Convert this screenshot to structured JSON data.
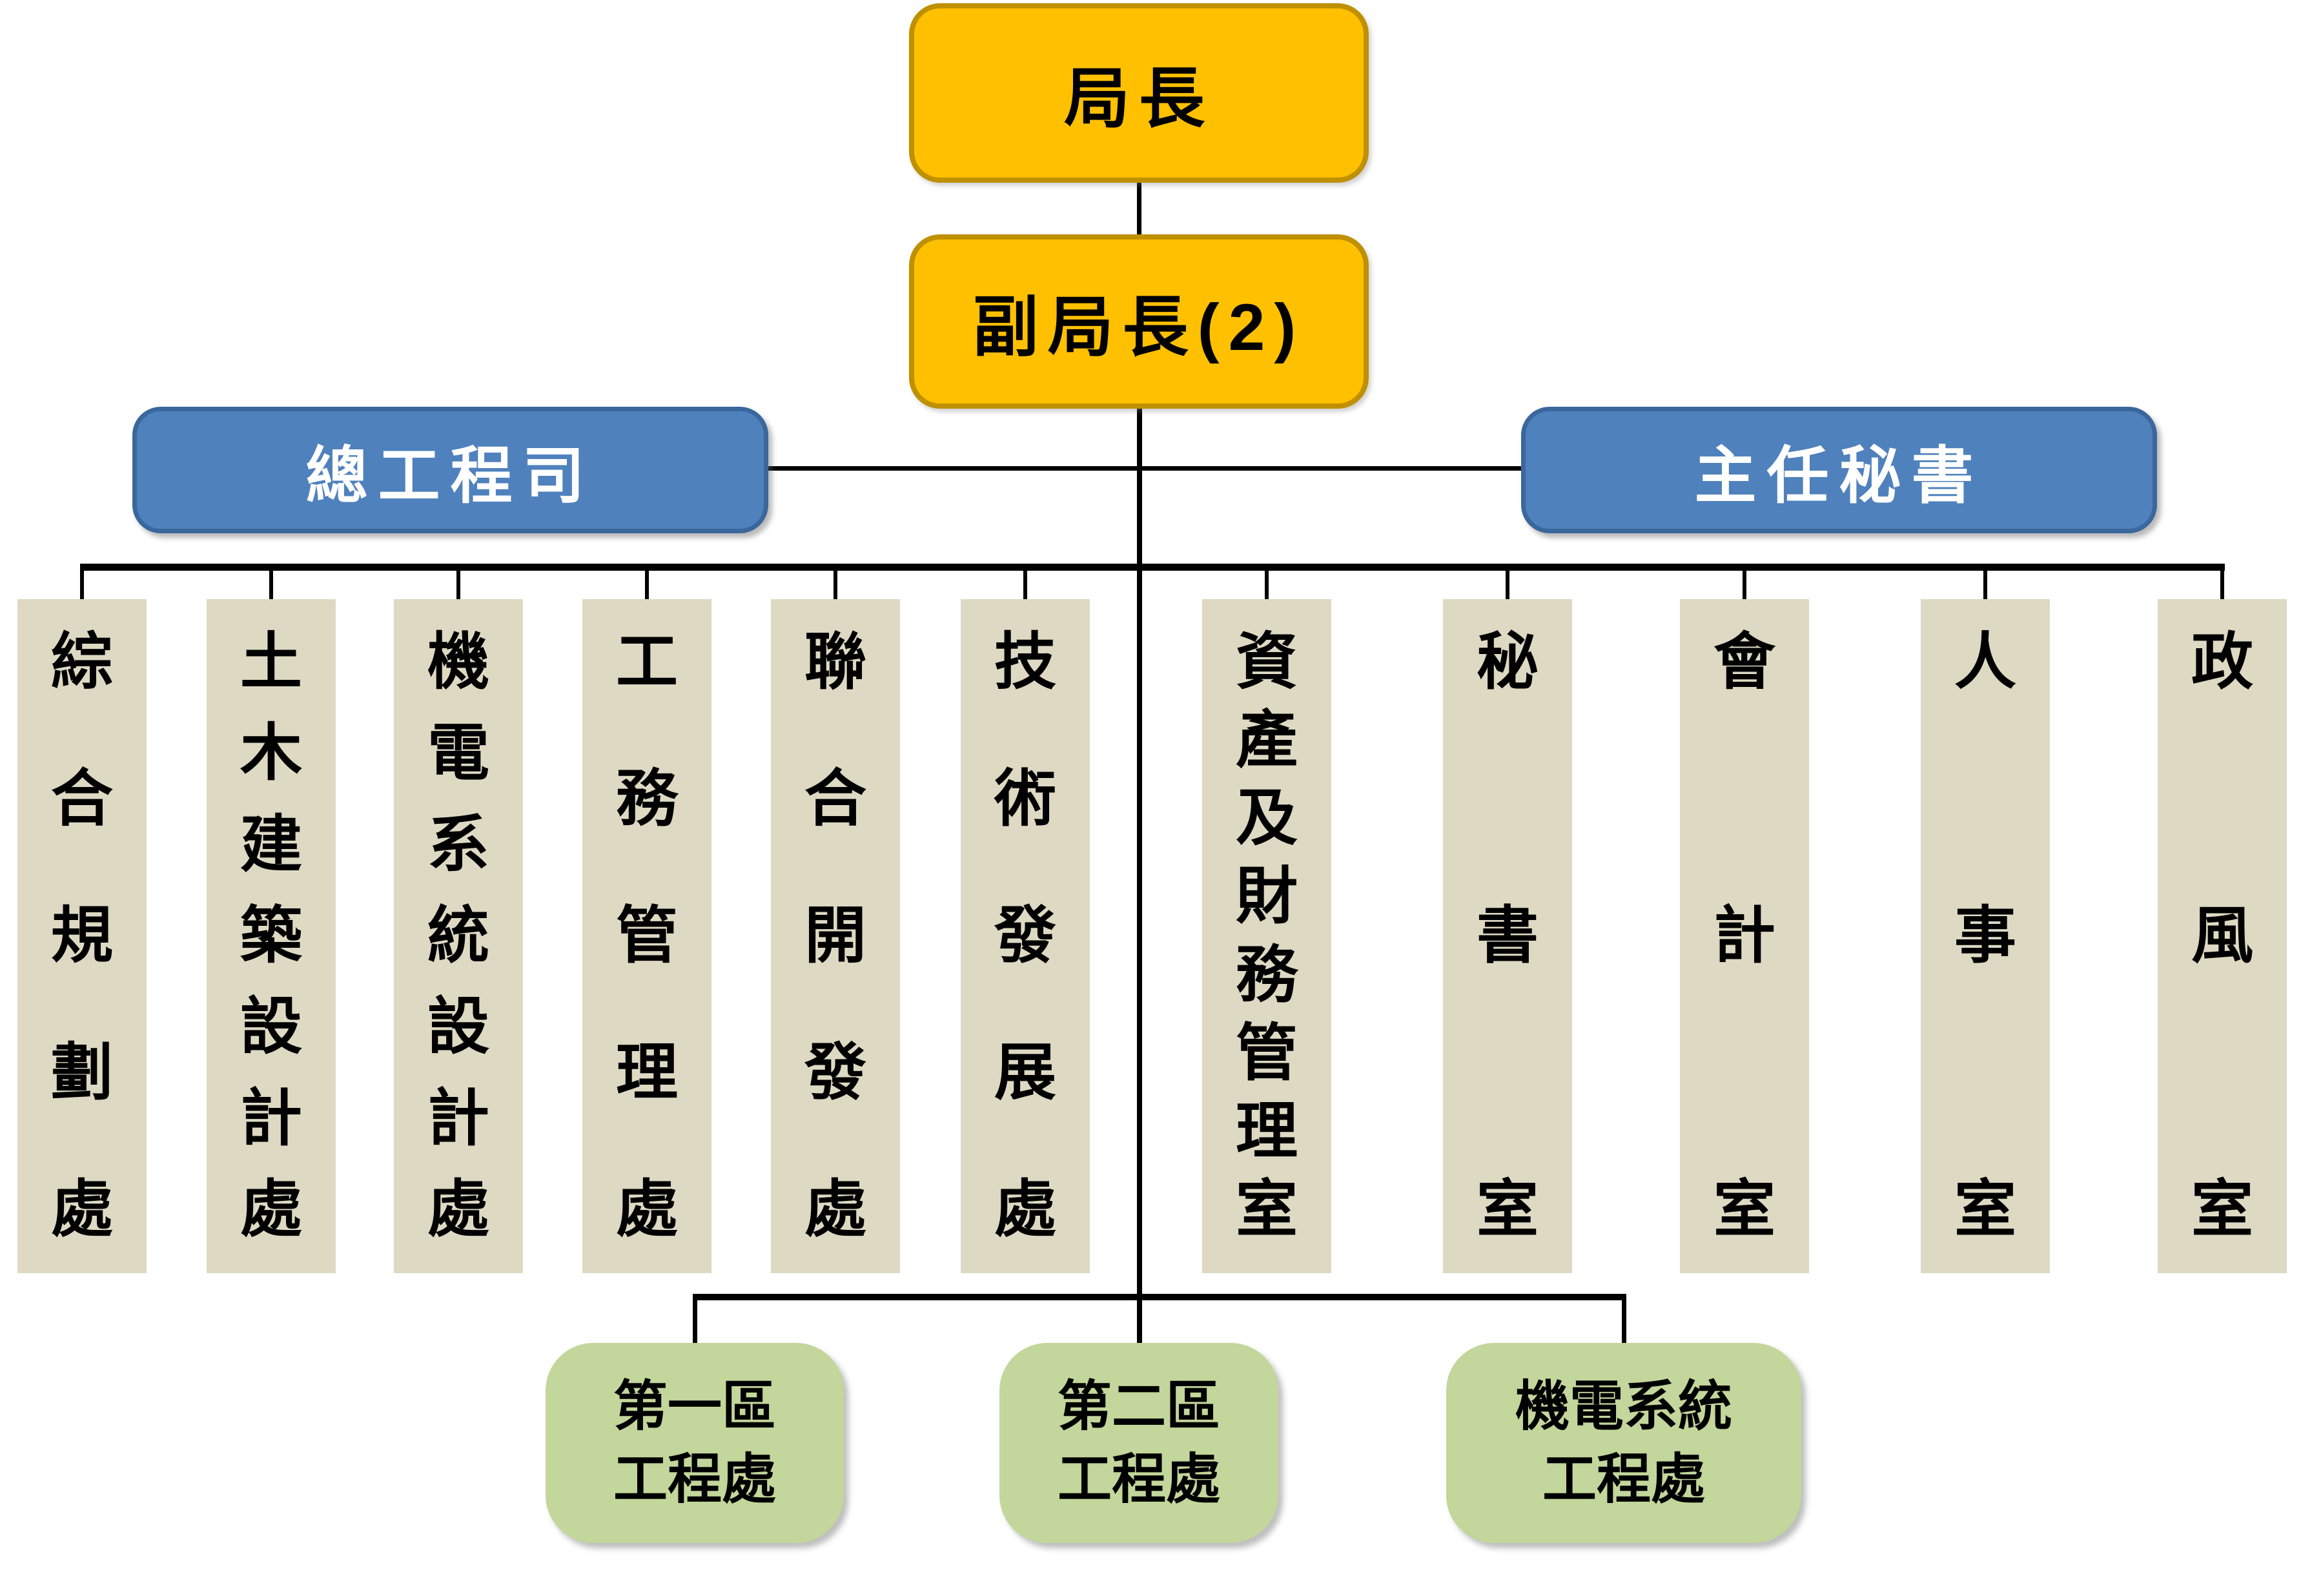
{
  "org_chart": {
    "nodes": {
      "director": "局長",
      "deputy_director": "副局長(2)",
      "chief_engineer": "總工程司",
      "chief_secretary": "主任秘書"
    },
    "departments": [
      "綜合規劃處",
      "土木建築設計處",
      "機電系統設計處",
      "工務管理處",
      "聯合開發處",
      "技術發展處",
      "資產及財務管理室",
      "秘書室",
      "會計室",
      "人事室",
      "政風室"
    ],
    "field_offices": [
      {
        "line1": "第一區",
        "line2": "工程處"
      },
      {
        "line1": "第二區",
        "line2": "工程處"
      },
      {
        "line1": "機電系統",
        "line2": "工程處"
      }
    ],
    "colors": {
      "executive_fill": "#FFC000",
      "executive_border": "#BF9000",
      "executive_text": "#000000",
      "staff_fill": "#4F81BD",
      "staff_border": "#3A679C",
      "staff_text": "#FFFFFF",
      "department_fill": "#DDD9C3",
      "department_text": "#000000",
      "field_office_fill": "#C3D69B",
      "field_office_text": "#000000",
      "connector": "#000000",
      "background": "#FFFFFF"
    }
  }
}
